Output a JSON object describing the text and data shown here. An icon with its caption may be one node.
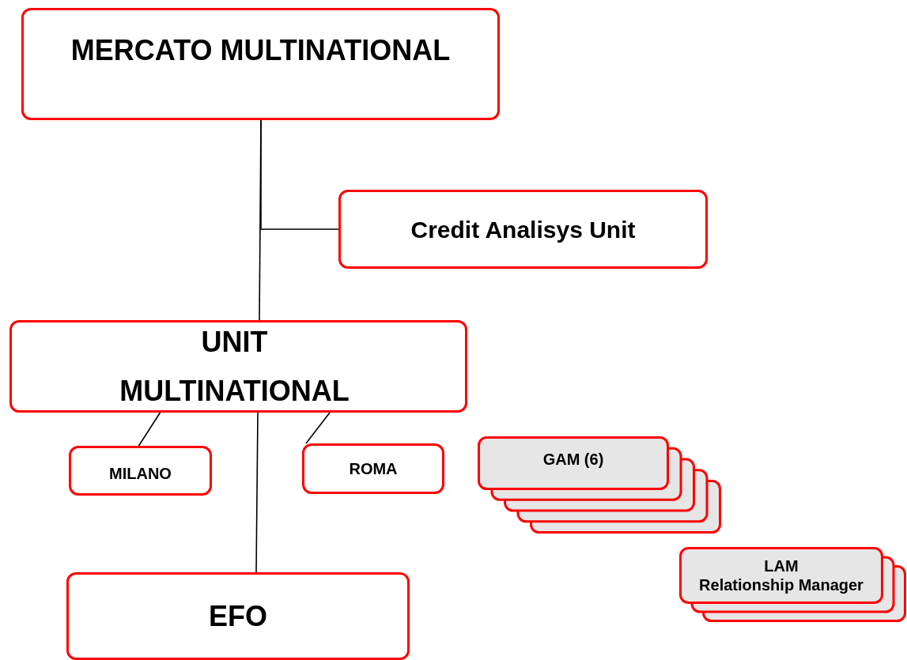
{
  "diagram": {
    "nodes": [
      {
        "text": [
          "MERCATO MULTINATIONAL"
        ]
      },
      {
        "text": [
          "Credit Analisys Unit"
        ]
      },
      {
        "text": [
          "UNIT MULTINATIONAL"
        ]
      },
      {
        "text": [
          "MILANO"
        ]
      },
      {
        "text": [
          "ROMA"
        ]
      },
      {
        "text": [
          "EFO"
        ]
      },
      {
        "text": [
          "GAM (6)"
        ]
      },
      {
        "text": [
          "LAM",
          "Relationship Manager"
        ]
      }
    ],
    "edges": [
      {
        "from": 0,
        "to": 2,
        "arrow": "none"
      },
      {
        "from": 0,
        "to": 1,
        "arrow": "none"
      },
      {
        "from": 2,
        "to": 3,
        "arrow": "none"
      },
      {
        "from": 2,
        "to": 4,
        "arrow": "none"
      },
      {
        "from": 2,
        "to": 5,
        "arrow": "none"
      }
    ]
  }
}
